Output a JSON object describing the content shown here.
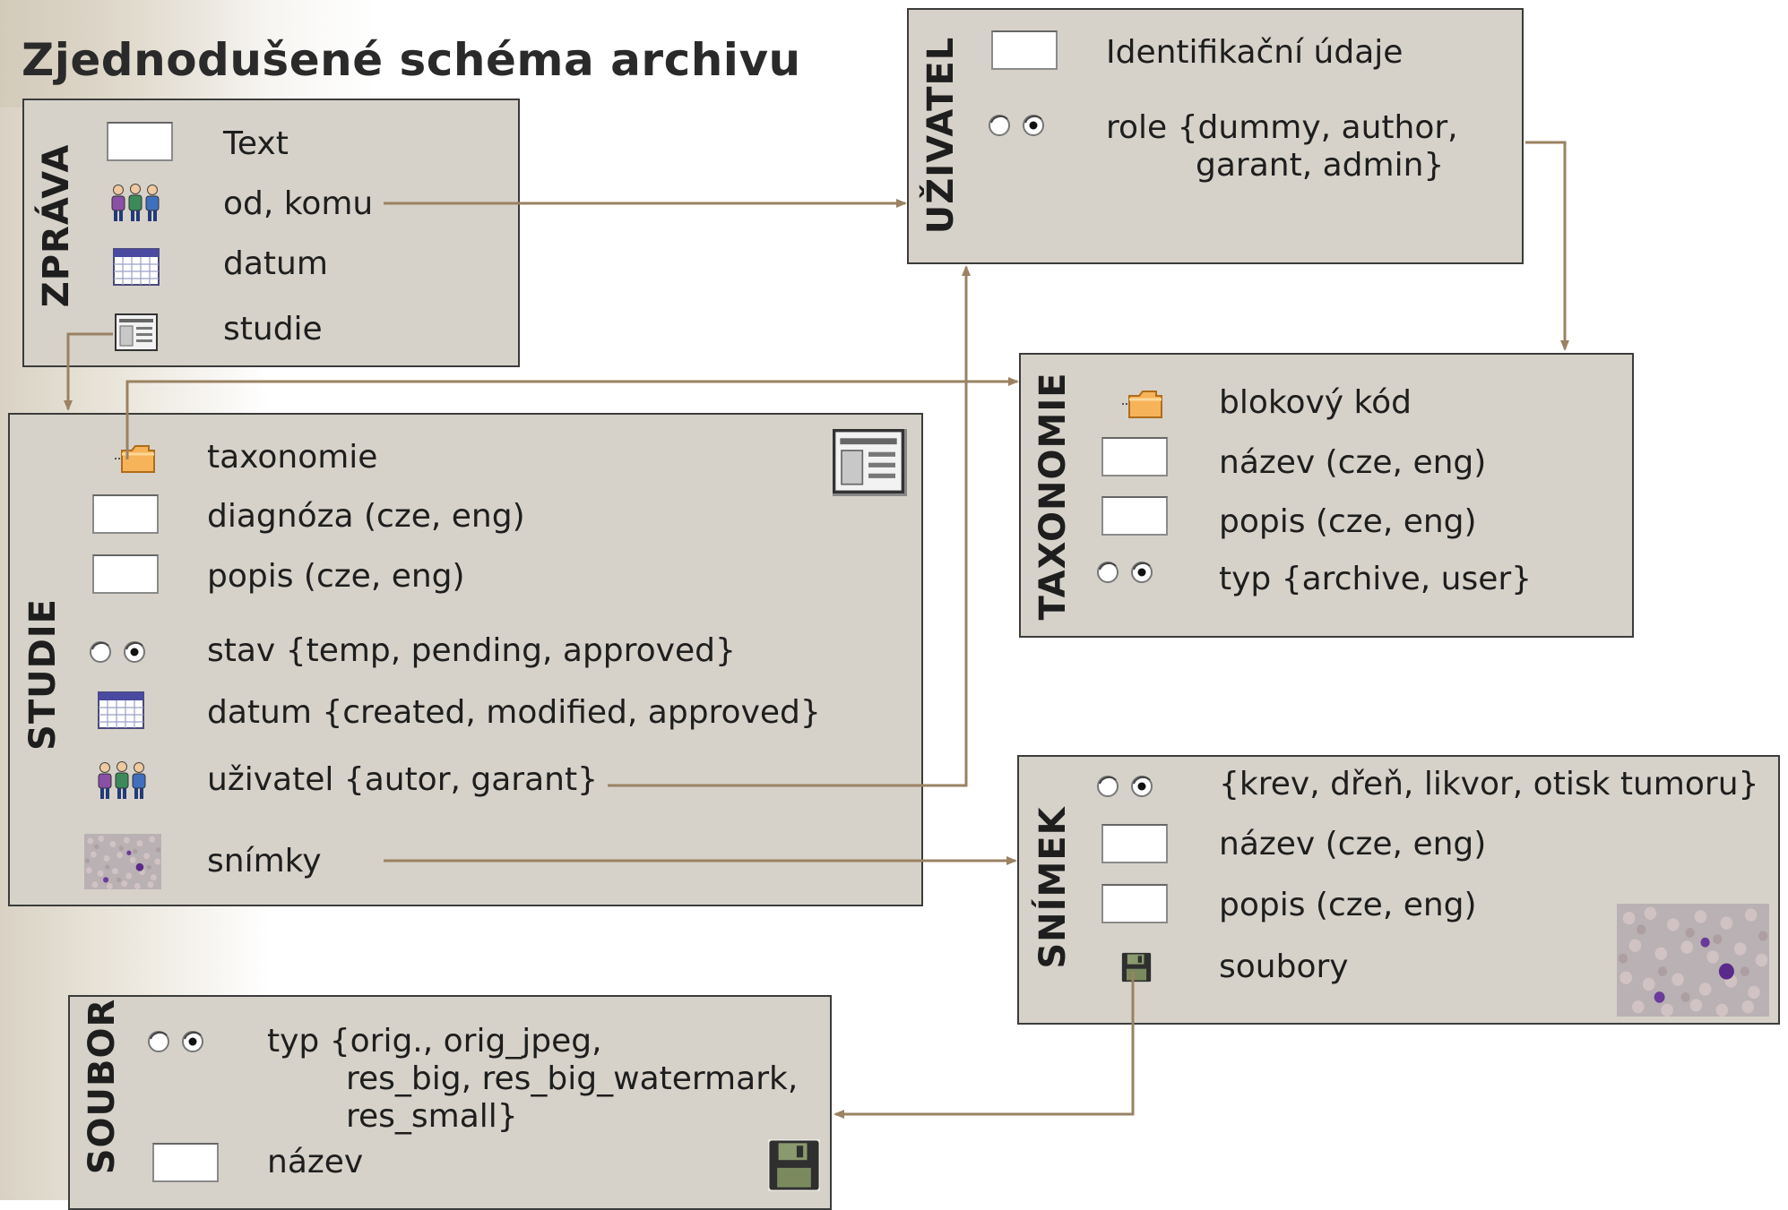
{
  "title": "Zjednodušené schéma archivu",
  "colors": {
    "panel": "#d6d2c9",
    "connector": "#9a8262",
    "border": "#3c3c3c"
  },
  "zprava": {
    "label": "ZPRÁVA",
    "fields": [
      "Text",
      "od, komu",
      "datum",
      "studie"
    ]
  },
  "uzivatel": {
    "label": "UŽIVATEL",
    "fields": [
      "Identifikační údaje",
      "role {dummy, author,",
      "garant, admin}"
    ]
  },
  "studie": {
    "label": "STUDIE",
    "fields": [
      "taxonomie",
      "diagnóza (cze, eng)",
      "popis (cze, eng)",
      "stav {temp, pending, approved}",
      "datum {created, modified, approved}",
      "uživatel {autor, garant}",
      "snímky"
    ]
  },
  "taxonomie": {
    "label": "TAXONOMIE",
    "fields": [
      "blokový kód",
      "název (cze, eng)",
      "popis (cze, eng)",
      "typ {archive, user}"
    ]
  },
  "snimek": {
    "label": "SNÍMEK",
    "fields": [
      "{krev, dřeň, likvor, otisk tumoru}",
      "název (cze, eng)",
      "popis (cze, eng)",
      "soubory"
    ]
  },
  "soubor": {
    "label": "SOUBOR",
    "fields": [
      "typ {orig., orig_jpeg,",
      "res_big, res_big_watermark,",
      "res_small}",
      "název"
    ]
  },
  "icons": [
    "textbox-icon",
    "users-icon",
    "calendar-icon",
    "document-icon",
    "folder-icon",
    "radio-icon",
    "micrograph-icon",
    "floppy-disk-icon"
  ]
}
